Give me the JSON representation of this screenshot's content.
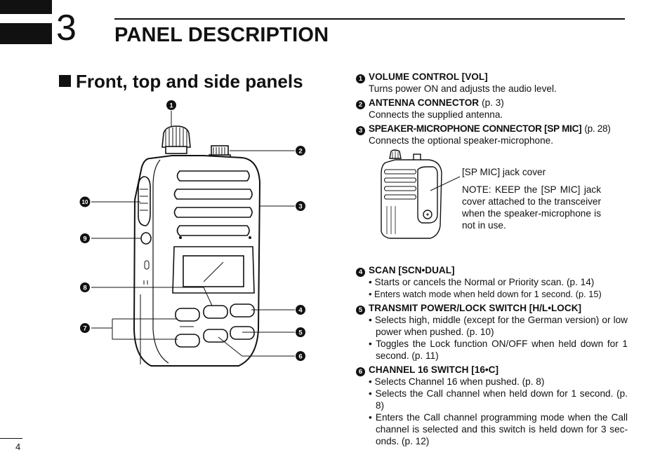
{
  "header": {
    "chapter_number": "3",
    "chapter_title": "PANEL DESCRIPTION"
  },
  "section": {
    "title": "Front, top and side panels"
  },
  "page_number": "4",
  "callouts": [
    "1",
    "2",
    "3",
    "4",
    "5",
    "6",
    "7",
    "8",
    "9",
    "10"
  ],
  "items": [
    {
      "num": "1",
      "title": "VOLUME CONTROL [VOL]",
      "ref": "",
      "desc": "Turns power ON and adjusts the audio level."
    },
    {
      "num": "2",
      "title": "ANTENNA CONNECTOR",
      "ref": "(p. 3)",
      "desc": "Connects the supplied antenna."
    },
    {
      "num": "3",
      "title": "SPEAKER-MICROPHONE CONNECTOR [SP MIC]",
      "ref": "(p. 28)",
      "desc": "Connects the optional speaker-microphone."
    },
    {
      "num": "4",
      "title": "SCAN [SCN•DUAL]",
      "bullets": [
        "Starts or cancels the Normal or Priority scan. (p. 14)",
        "Enters watch mode when held down for 1 second. (p. 15)"
      ]
    },
    {
      "num": "5",
      "title": "TRANSMIT POWER/LOCK SWITCH [H/L•LOCK]",
      "bullets": [
        "Selects high, middle (except for the German version) or low power when pushed. (p. 10)",
        "Toggles the Lock function ON/OFF when held down for 1 second. (p. 11)"
      ]
    },
    {
      "num": "6",
      "title": "CHANNEL 16 SWITCH [16•C]",
      "bullets": [
        "Selects Channel 16 when pushed. (p. 8)",
        "Selects the Call channel when held down for 1 second. (p. 8)",
        "Enters the Call channel programming mode when the Call channel is selected and this switch is held down for 3 sec-onds. (p. 12)"
      ]
    }
  ],
  "inset": {
    "caption": "[SP MIC] jack cover",
    "note": "NOTE: KEEP the [SP MIC] jack cover attached to the transceiver when the speaker-microphone is not in use."
  }
}
